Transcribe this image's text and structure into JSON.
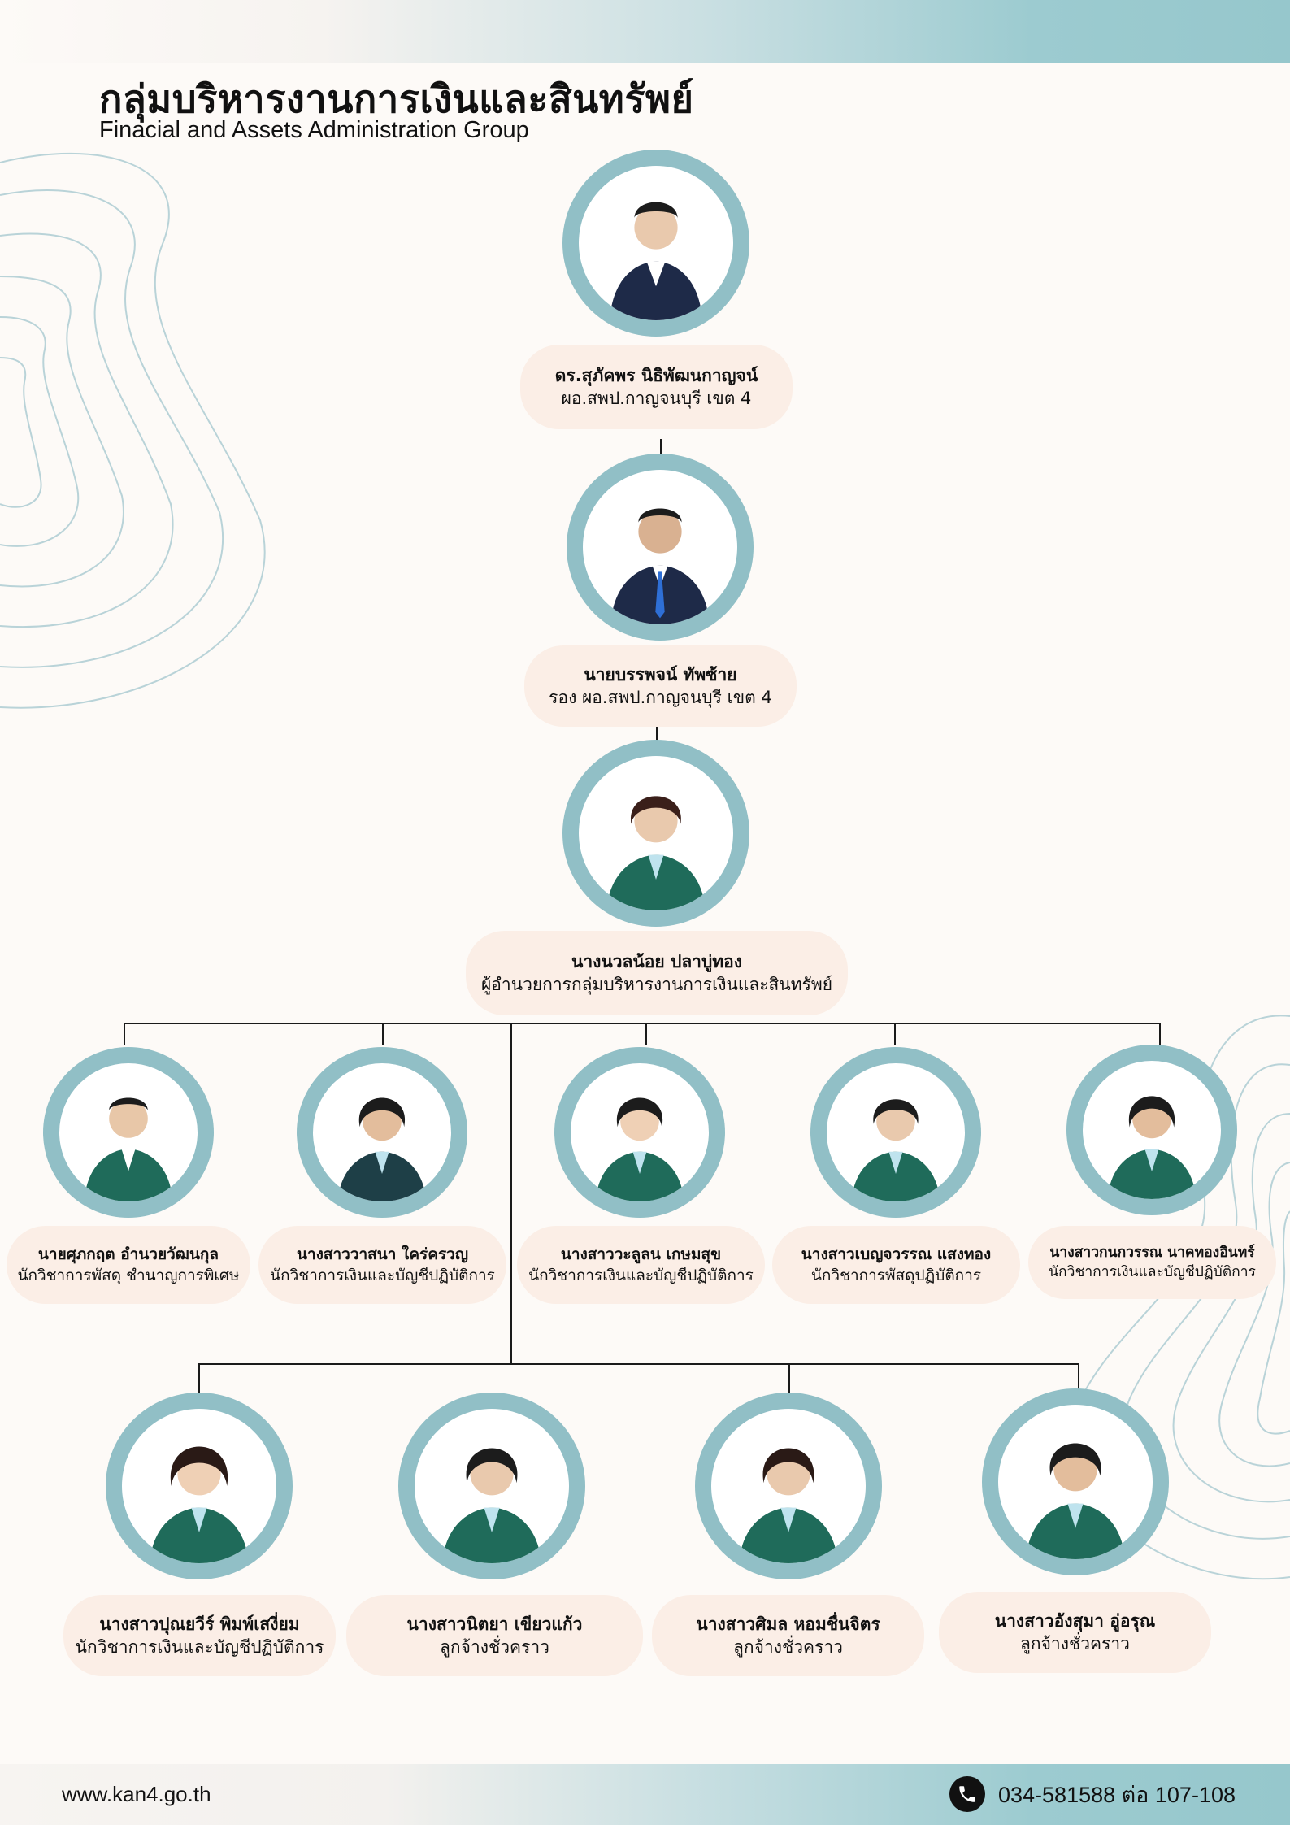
{
  "header": {
    "title_th": "กลุ่มบริหารงานการเงินและสินทรัพย์",
    "title_en": "Finacial and Assets Administration Group"
  },
  "people": [
    {
      "name": "ดร.สุภัคพร นิธิพัฒนกาญจน์",
      "role": "ผอ.สพป.กาญจนบุรี เขต 4"
    },
    {
      "name": "นายบรรพจน์ ทัพซ้าย",
      "role": "รอง ผอ.สพป.กาญจนบุรี เขต 4"
    },
    {
      "name": "นางนวลน้อย ปลาบู่ทอง",
      "role": "ผู้อำนวยการกลุ่มบริหารงานการเงินและสินทรัพย์"
    },
    {
      "name": "นายศุภกฤต อำนวยวัฒนกุล",
      "role": "นักวิชาการพัสดุ ชำนาญการพิเศษ"
    },
    {
      "name": "นางสาววาสนา ใคร่ครวญ",
      "role": "นักวิชาการเงินและบัญชีปฏิบัติการ"
    },
    {
      "name": "นางสาววะลูลน เกษมสุข",
      "role": "นักวิชาการเงินและบัญชีปฏิบัติการ"
    },
    {
      "name": "นางสาวเบญจวรรณ แสงทอง",
      "role": "นักวิชาการพัสดุปฏิบัติการ"
    },
    {
      "name": "นางสาวกนกวรรณ  นาคทองอินทร์",
      "role": "นักวิชาการเงินและบัญชีปฏิบัติการ"
    },
    {
      "name": "นางสาวปุณยวีร์  พิมพ์เสงี่ยม",
      "role": "นักวิชาการเงินและบัญชีปฏิบัติการ"
    },
    {
      "name": "นางสาวนิตยา เขียวแก้ว",
      "role": "ลูกจ้างชั่วคราว"
    },
    {
      "name": "นางสาวศิมล หอมชื่นจิตร",
      "role": "ลูกจ้างชั่วคราว"
    },
    {
      "name": "นางสาวอังสุมา อู่อรุณ",
      "role": "ลูกจ้างชั่วคราว"
    }
  ],
  "footer": {
    "website": "www.kan4.go.th",
    "phone": "034-581588  ต่อ 107-108"
  },
  "colors": {
    "ring": "#91bfc6",
    "card": "#fbeee6",
    "band": "#96c7cc",
    "jacket_green": "#1f6b5a",
    "jacket_navy": "#1e2a48"
  }
}
